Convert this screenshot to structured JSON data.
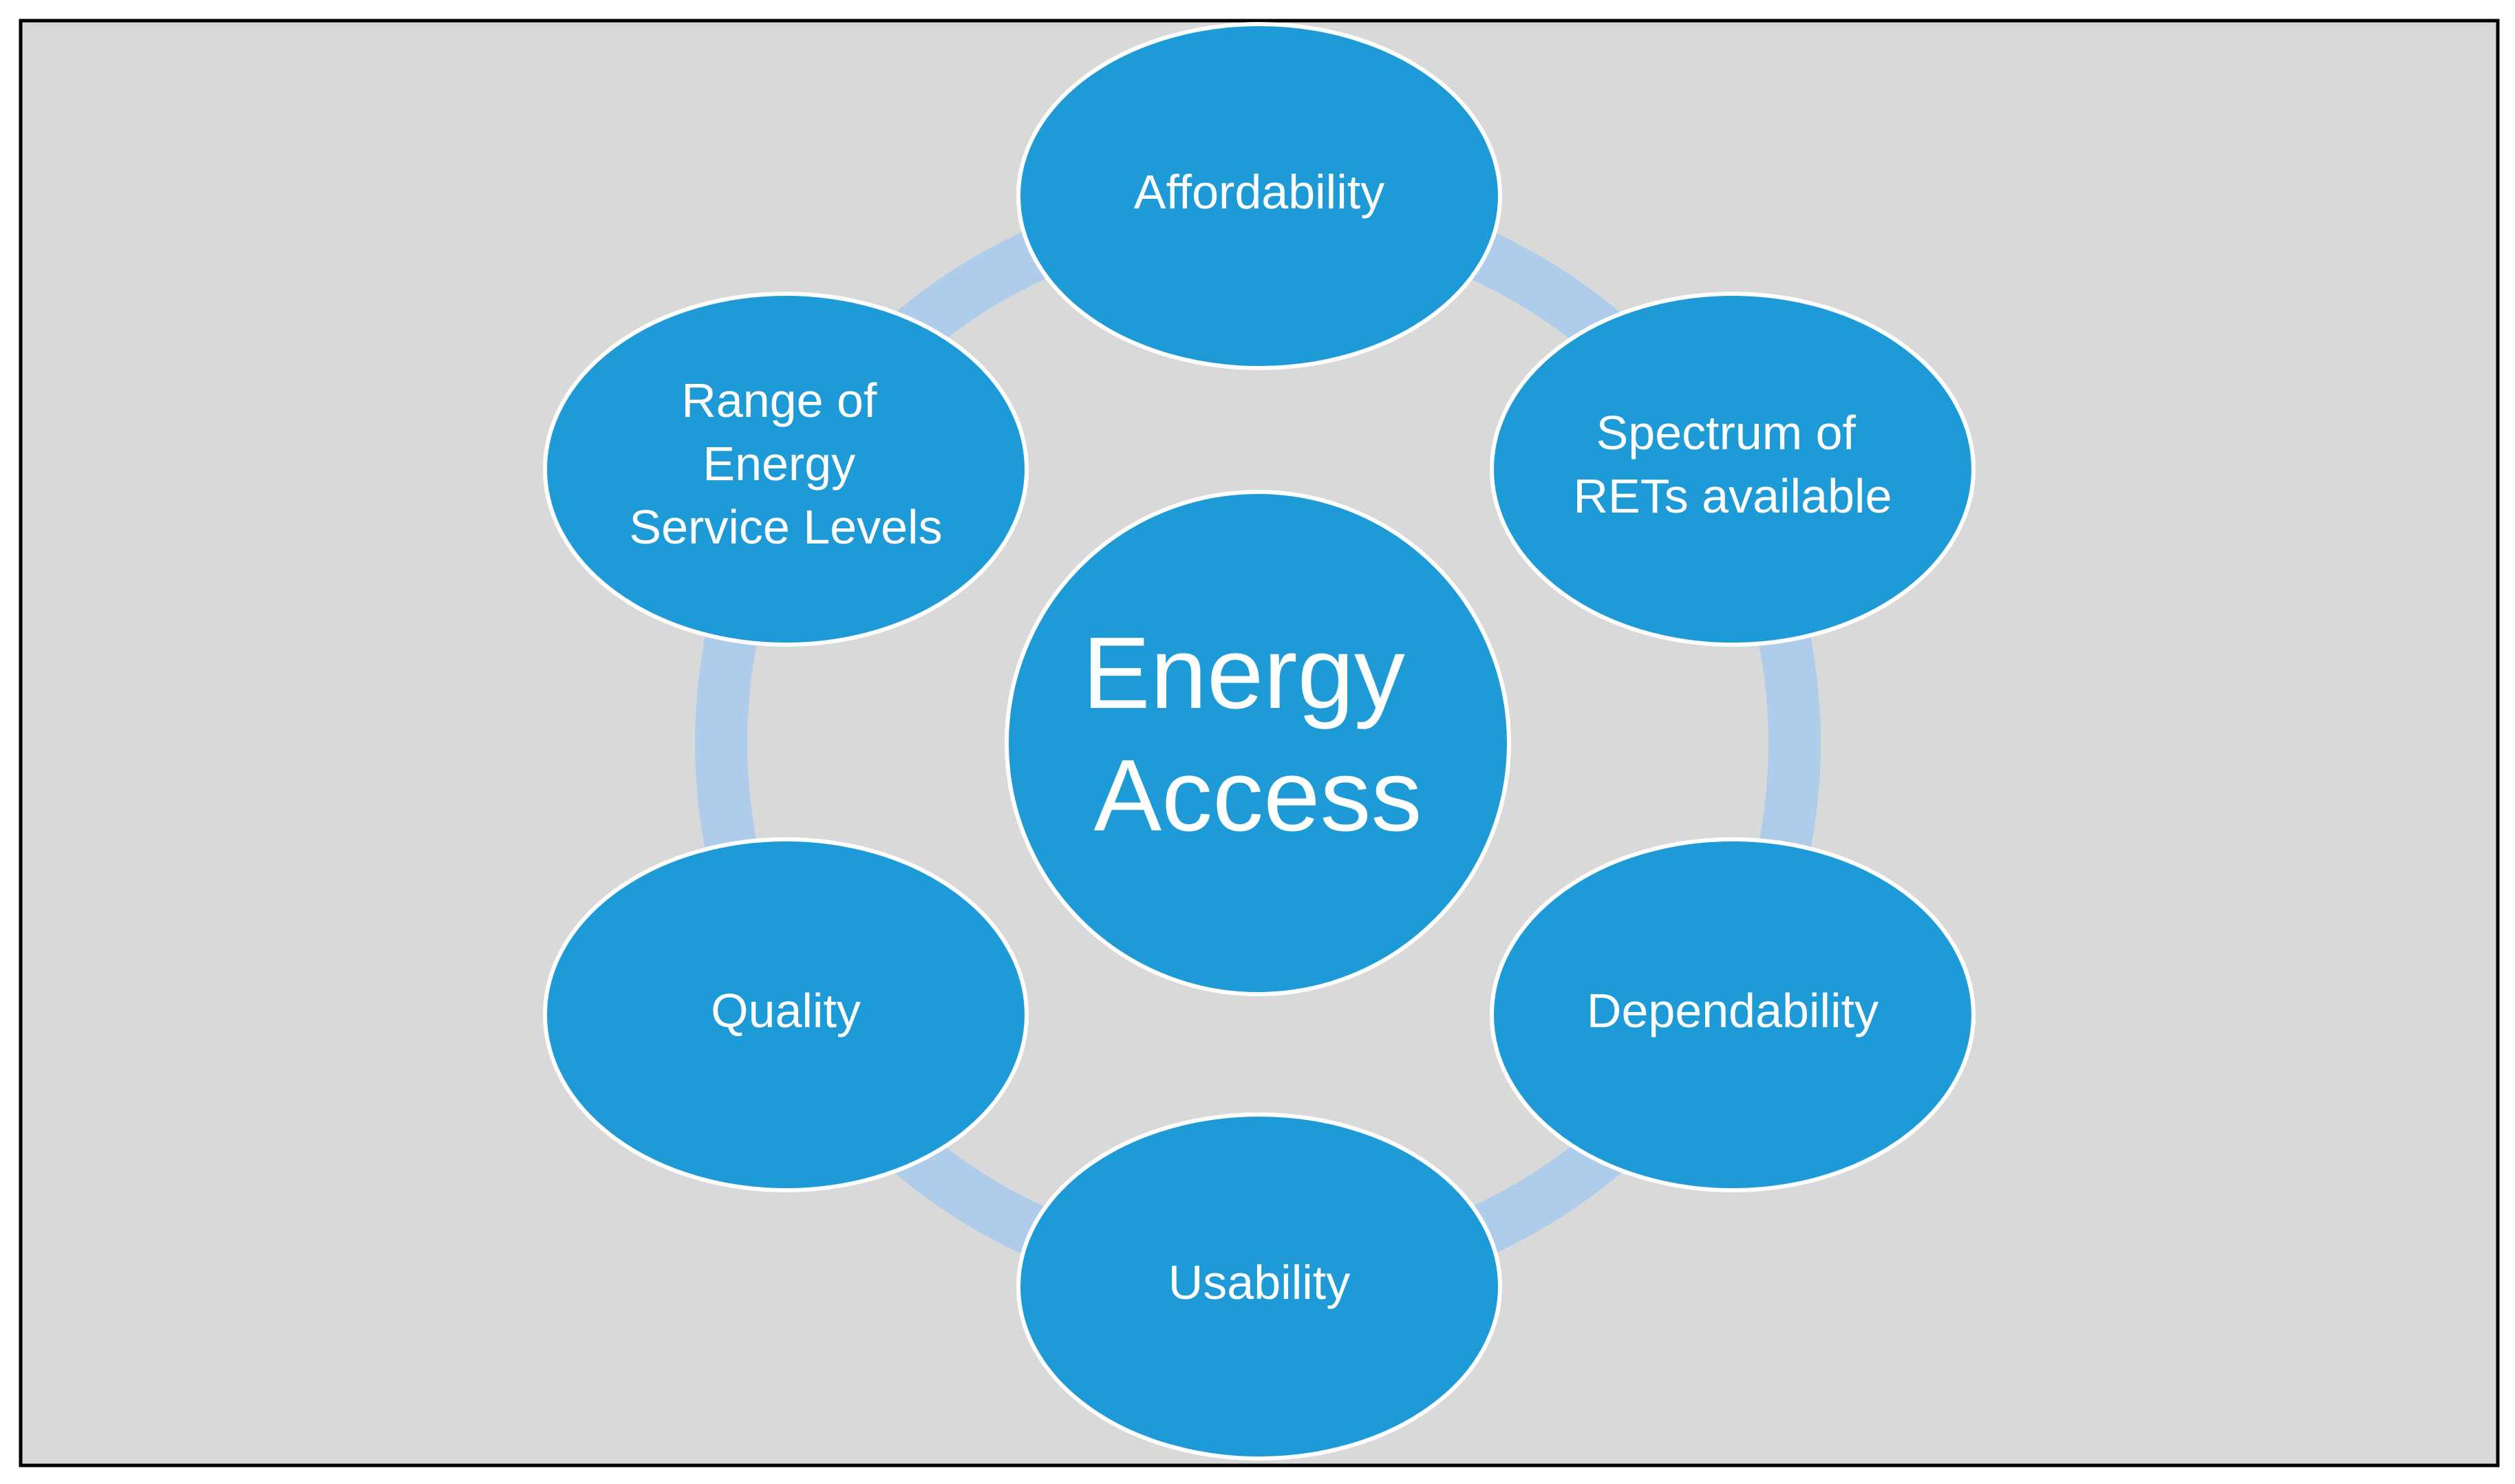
{
  "center": {
    "label_lines": [
      "Energy",
      "Access"
    ]
  },
  "nodes": [
    {
      "id": "affordability",
      "lines": [
        "Affordability"
      ]
    },
    {
      "id": "spectrum",
      "lines": [
        "Spectrum of",
        "RETs available"
      ]
    },
    {
      "id": "dependability",
      "lines": [
        "Dependability"
      ]
    },
    {
      "id": "usability",
      "lines": [
        "Usability"
      ]
    },
    {
      "id": "quality",
      "lines": [
        "Quality"
      ]
    },
    {
      "id": "range",
      "lines": [
        "Range of",
        "Energy",
        "Service Levels"
      ]
    }
  ],
  "colors": {
    "background": "#d9d9d9",
    "frame": "#000000",
    "node_fill": "#1e9bd7",
    "node_stroke": "#ffffff",
    "ring": "#afcdea",
    "text": "#ffffff"
  }
}
